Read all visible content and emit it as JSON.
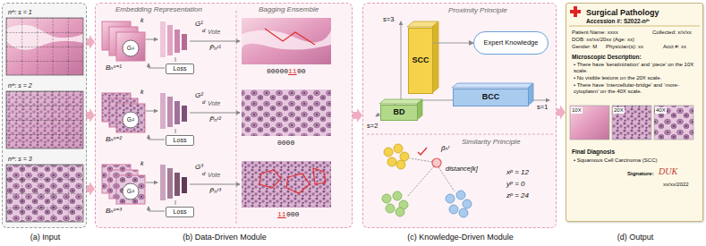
{
  "diagram": {
    "nodes": [
      {
        "text": [
          "(a) Input"
        ]
      },
      {
        "text": [
          "nᵗʰ: s = 1"
        ],
        "in": 0
      },
      {
        "text": [
          "nᵗʰ: s = 2"
        ],
        "in": 0
      },
      {
        "text": [
          "nᵗʰ: s = 3"
        ],
        "in": 0
      },
      {
        "text": [
          "(b) Data-Driven Module",
          "Embedding Representation",
          "Bagging Ensemble"
        ]
      },
      {
        "text": [
          "Loss"
        ],
        "in": 4
      },
      {
        "text": [
          "Loss"
        ],
        "in": 4
      },
      {
        "text": [
          "Loss"
        ],
        "in": 4
      },
      {
        "text": [
          "(c) Knowledge-Driven Module",
          "Proximity Principle",
          "Similarity Principle"
        ]
      },
      {
        "text": [
          "SCC"
        ],
        "in": 8
      },
      {
        "text": [
          "BD"
        ],
        "in": 8
      },
      {
        "text": [
          "BCC"
        ],
        "in": 8
      },
      {
        "text": [
          "Expert Knowledge"
        ],
        "in": 8
      },
      {
        "text": [
          "(d) Output",
          "Surgical Pathology",
          "Accession #: S2022-nᵗʰ",
          "Patient Name: xxxx",
          "Collected: x/x/xx",
          "DOB: xx/xx/20xx (Age: xx)",
          "Gender: M",
          "Physician(s): xx",
          "Acct #: xx",
          "Microscopic Description:",
          "• There have ‘keratinization’ and ‘piece’ on the 10X scale.",
          "• No visible lesions on the 20X scale.",
          "• There have ‘intercellular-bridge’ and ‘more-cytoplasm’ on the 40X scale.",
          "Final Diagnosis",
          "• Squamous Cell Carcinoma (SCC)",
          "Signature:",
          "DUK",
          "xx/xx/2022"
        ]
      }
    ],
    "edges": [
      {
        "from": 1,
        "to": 4,
        "arrow": "to"
      },
      {
        "from": 2,
        "to": 4,
        "arrow": "to"
      },
      {
        "from": 3,
        "to": 4,
        "arrow": "to"
      },
      {
        "from": 4,
        "to": 8,
        "arrow": "to"
      },
      {
        "from": 8,
        "to": 13,
        "arrow": "to"
      },
      {
        "from": 9,
        "to": 12,
        "arrow": "to"
      }
    ],
    "labels": [
      "k",
      "Gₗ¹",
      "Bₙˢ⁼¹",
      "G¹",
      "d",
      "Vote",
      "P̃ₙʳ¹",
      "00000",
      "11",
      "00",
      "k",
      "Gₗ²",
      "Bₙˢ⁼²",
      "G²",
      "d",
      "Vote",
      "P̃ₙʳ²",
      "0000",
      "k",
      "Gₗ³",
      "Bₙˢ⁼³",
      "G³",
      "d",
      "Vote",
      "P̃ₙʳ³",
      "11",
      "000",
      "s=3",
      "s=2",
      "s=1",
      "p̃ₙʳ",
      "distance[k]",
      "xᵖ = 12",
      "yᵖ = 0",
      "zᵖ = 24",
      "10X",
      "20X",
      "40X"
    ]
  }
}
